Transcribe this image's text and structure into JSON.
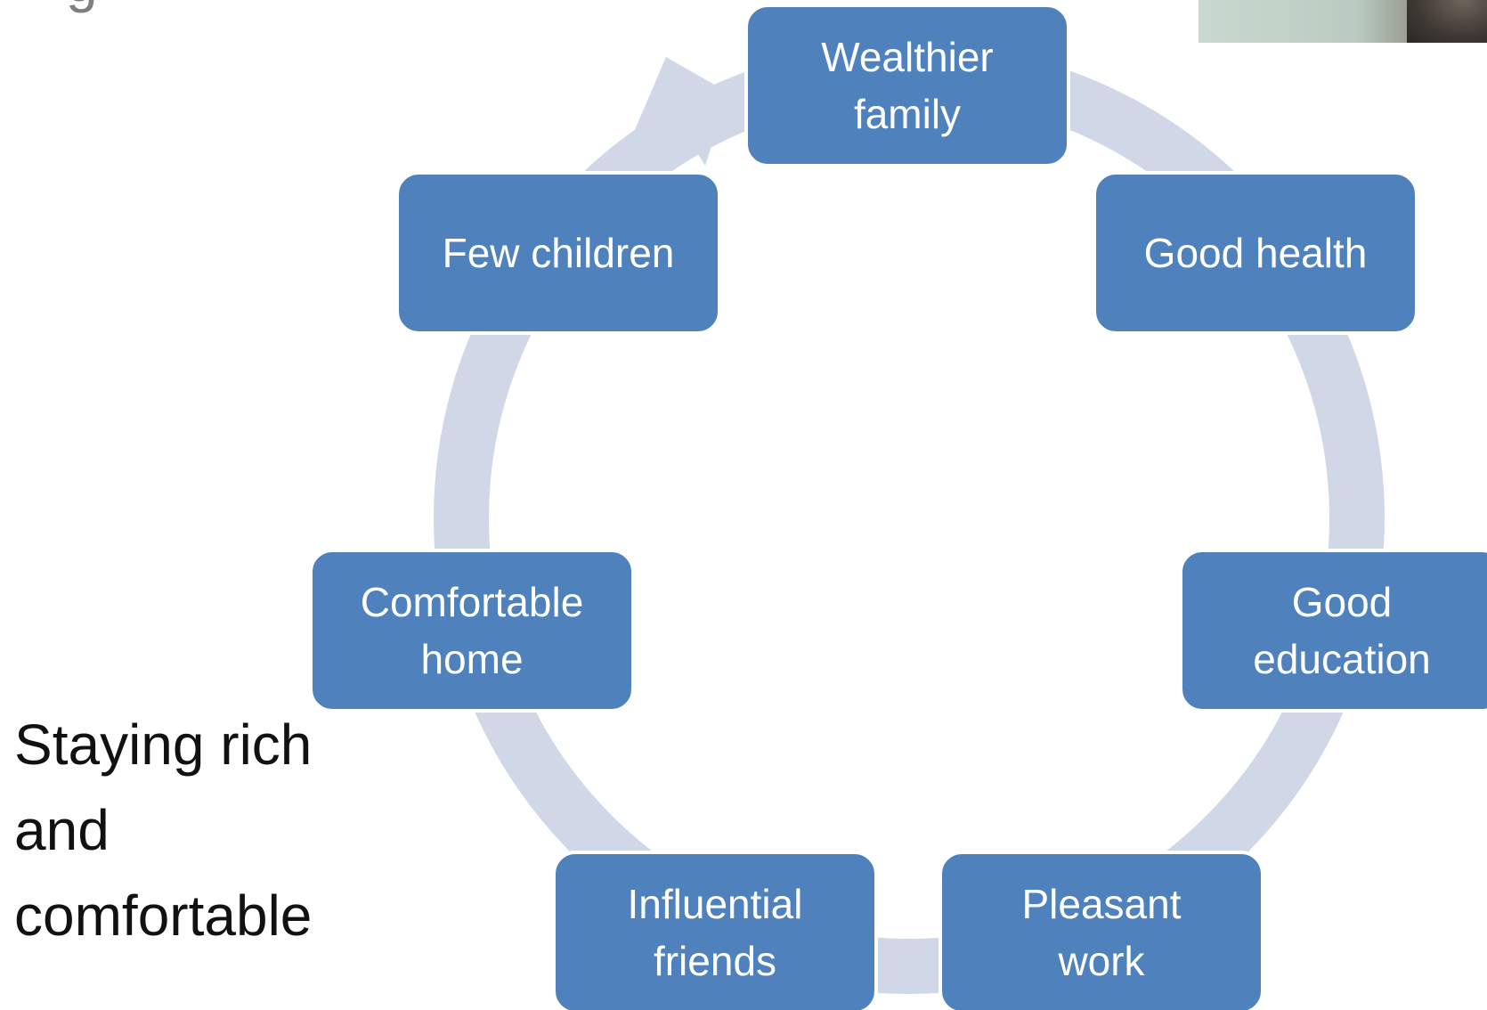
{
  "diagram": {
    "type": "cycle",
    "accent_color": "#4f81bd",
    "ring_color": "#d0d8e8",
    "nodes": [
      {
        "id": "wealthier-family",
        "lines": [
          "Wealthier",
          "family"
        ]
      },
      {
        "id": "good-health",
        "lines": [
          "Good health"
        ]
      },
      {
        "id": "good-education",
        "lines": [
          "Good",
          "education"
        ]
      },
      {
        "id": "pleasant-work",
        "lines": [
          "Pleasant",
          "work"
        ]
      },
      {
        "id": "influential-friends",
        "lines": [
          "Influential",
          "friends"
        ]
      },
      {
        "id": "comfortable-home",
        "lines": [
          "Comfortable",
          "home"
        ]
      },
      {
        "id": "few-children",
        "lines": [
          "Few children"
        ]
      }
    ]
  },
  "caption": {
    "lines": [
      "Staying rich",
      "and",
      "comfortable"
    ]
  },
  "heading_fragment": "g"
}
